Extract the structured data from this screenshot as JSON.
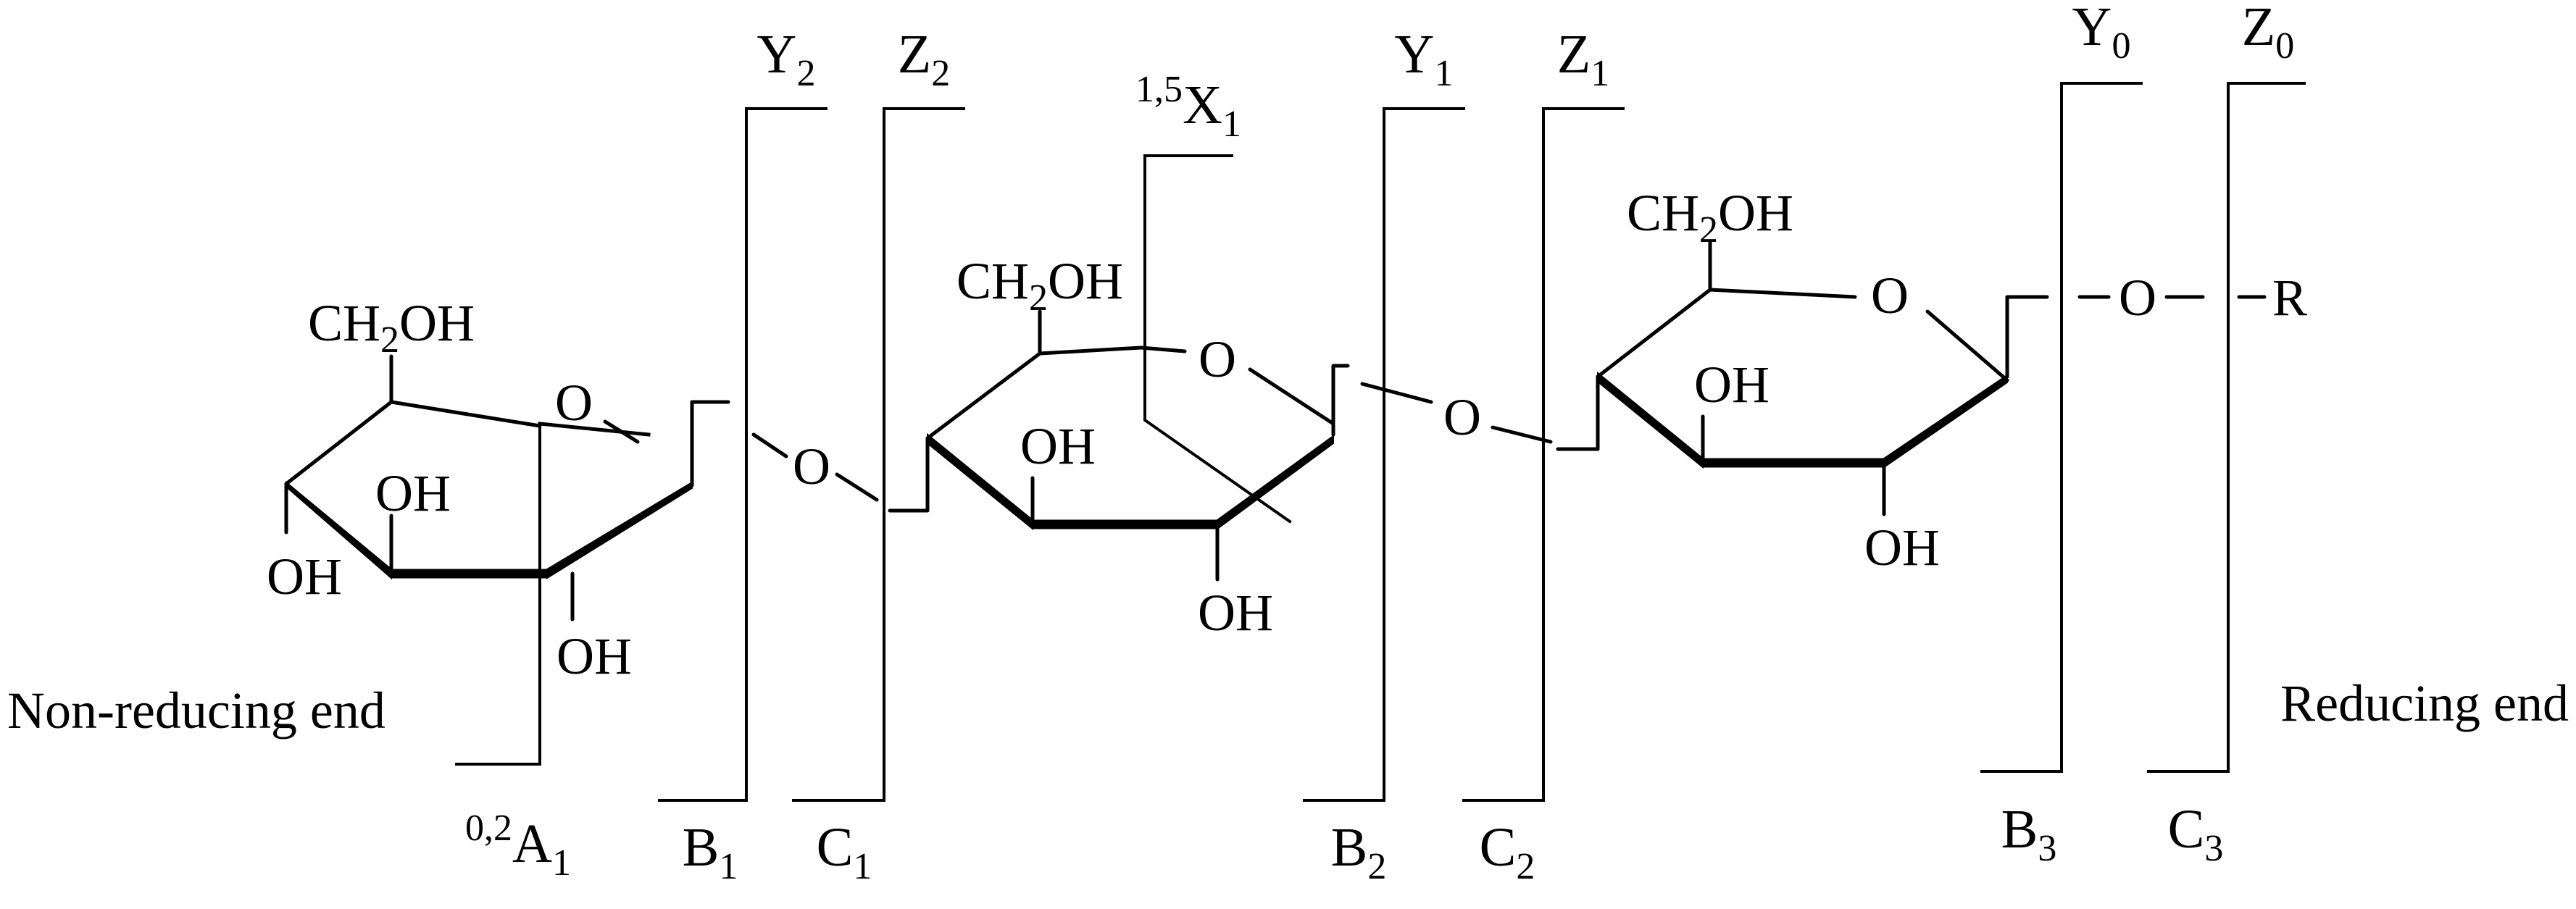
{
  "ends": {
    "non_reducing": "Non-reducing end",
    "reducing": "Reducing end"
  },
  "atoms": {
    "ring1_ch2oh": {
      "base": "CH",
      "sub": "2",
      "tail": "OH"
    },
    "ring2_ch2oh": {
      "base": "CH",
      "sub": "2",
      "tail": "OH"
    },
    "ring3_ch2oh": {
      "base": "CH",
      "sub": "2",
      "tail": "OH"
    },
    "ring1_o": "O",
    "ring2_o": "O",
    "ring3_o": "O",
    "link1_o": "O",
    "link2_o": "O",
    "link3_o": "O",
    "r_group": "R",
    "oh": "OH"
  },
  "fragments": {
    "Y2": {
      "base": "Y",
      "sub": "2"
    },
    "Z2": {
      "base": "Z",
      "sub": "2"
    },
    "X1": {
      "sup": "1,5",
      "base": "X",
      "sub": "1"
    },
    "Y1": {
      "base": "Y",
      "sub": "1"
    },
    "Z1": {
      "base": "Z",
      "sub": "1"
    },
    "Y0": {
      "base": "Y",
      "sub": "0"
    },
    "Z0": {
      "base": "Z",
      "sub": "0"
    },
    "A1": {
      "sup": "0,2",
      "base": "A",
      "sub": "1"
    },
    "B1": {
      "base": "B",
      "sub": "1"
    },
    "C1": {
      "base": "C",
      "sub": "1"
    },
    "B2": {
      "base": "B",
      "sub": "2"
    },
    "C2": {
      "base": "C",
      "sub": "2"
    },
    "B3": {
      "base": "B",
      "sub": "3"
    },
    "C3": {
      "base": "C",
      "sub": "3"
    }
  }
}
